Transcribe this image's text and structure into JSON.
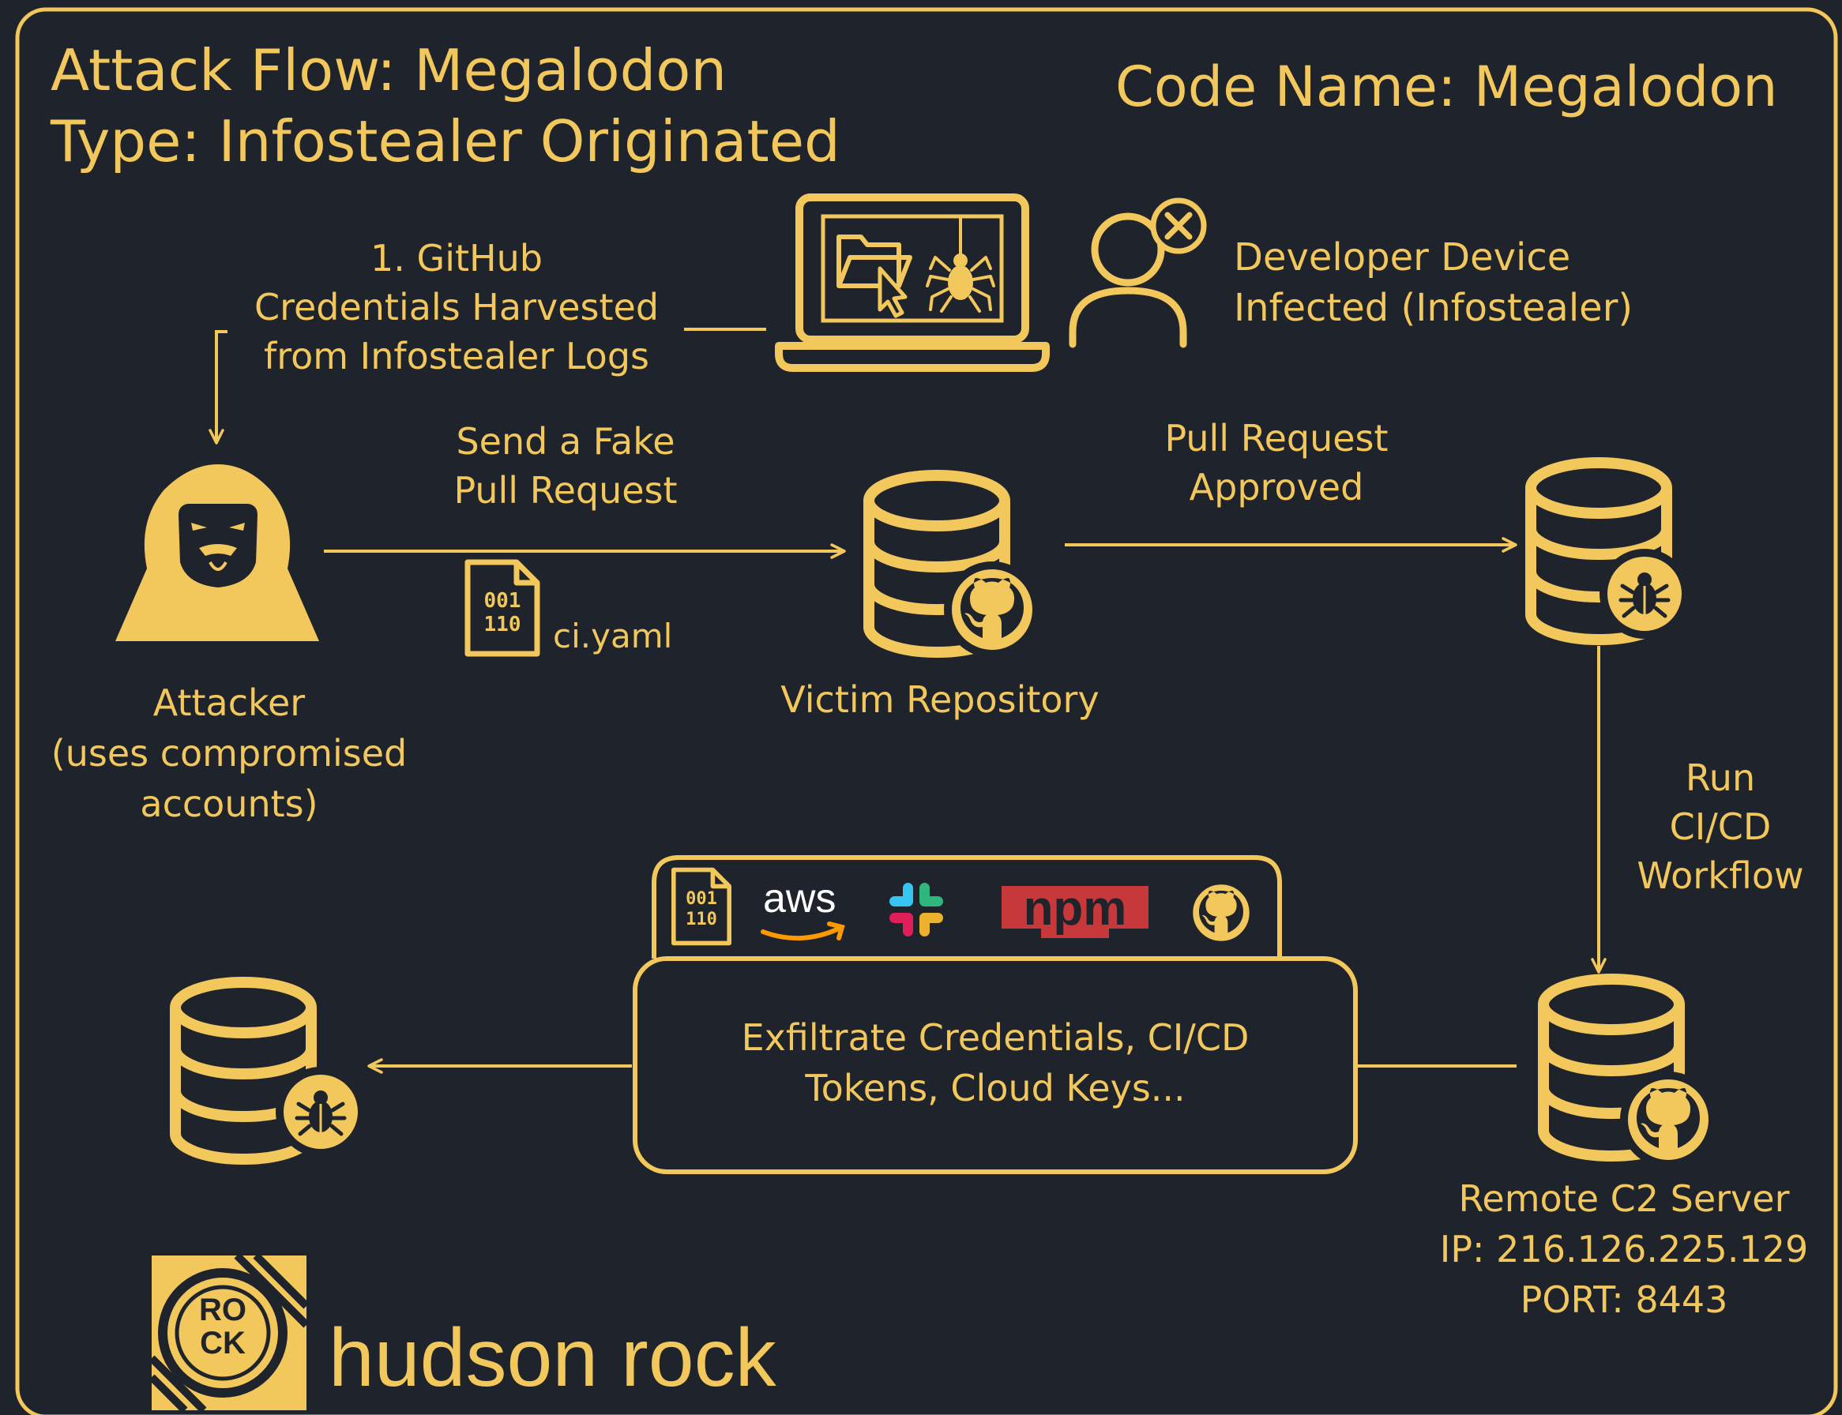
{
  "header": {
    "title_line1": "Attack Flow: Megalodon",
    "title_line2": "Type: Infostealer Originated",
    "code_name": "Code Name: Megalodon"
  },
  "step1": {
    "line1": "1. GitHub",
    "line2": "Credentials Harvested",
    "line3": "from Infostealer Logs"
  },
  "developer": {
    "line1": "Developer Device",
    "line2": "Infected (Infostealer)"
  },
  "fake_pr": {
    "line1": "Send a Fake",
    "line2": "Pull Request"
  },
  "pr_approved": {
    "line1": "Pull Request",
    "line2": "Approved"
  },
  "attacker": {
    "line1": "Attacker",
    "line2": "(uses compromised",
    "line3": "accounts)"
  },
  "file": {
    "bits_top": "001",
    "bits_bottom": "110",
    "name": "ci.yaml"
  },
  "victim_repo": "Victim Repository",
  "run_cicd": {
    "line1": "Run",
    "line2": "CI/CD",
    "line3": "Workflow"
  },
  "services": {
    "file_bits_top": "001",
    "file_bits_bottom": "110",
    "aws": "aws",
    "npm": "npm"
  },
  "exfiltrate": {
    "line1": "Exfiltrate Credentials, CI/CD",
    "line2": "Tokens, Cloud Keys..."
  },
  "c2": {
    "label": "Remote C2 Server",
    "ip": "IP: 216.126.225.129",
    "port": "PORT: 8443"
  },
  "brand": {
    "logo_line1": "RO",
    "logo_line2": "CK",
    "name": "hudson rock"
  },
  "colors": {
    "background": "#1f232b",
    "accent": "#f2c75c",
    "slack_blue": "#36c5f0",
    "slack_green": "#2eb67d",
    "slack_yellow": "#ecb22e",
    "slack_red": "#e01e5a",
    "npm_red": "#c7383b",
    "aws_orange": "#ff9900"
  }
}
